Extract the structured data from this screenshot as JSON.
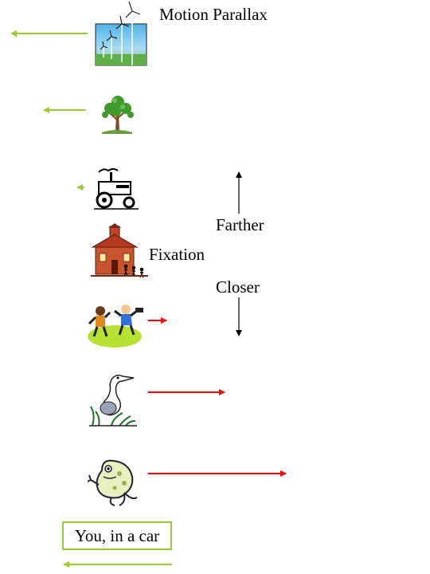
{
  "title": "Motion Parallax",
  "fixation_label": "Fixation",
  "farther_label": "Farther",
  "closer_label": "Closer",
  "viewer_label": "You, in a car",
  "colors": {
    "away_arrow": "#99cc33",
    "toward_arrow": "#ff0000",
    "depth_arrow": "#000000",
    "box_border": "#99cc33"
  },
  "objects": [
    {
      "name": "wind-turbines",
      "icon": "wind-turbines-icon",
      "arrow": "left",
      "color": "#99cc33"
    },
    {
      "name": "tree",
      "icon": "tree-icon",
      "arrow": "left",
      "color": "#99cc33"
    },
    {
      "name": "tractor",
      "icon": "tractor-icon",
      "arrow": "left",
      "color": "#99cc33"
    },
    {
      "name": "schoolhouse",
      "icon": "schoolhouse-icon",
      "arrow": "none"
    },
    {
      "name": "children",
      "icon": "children-icon",
      "arrow": "right",
      "color": "#ff0000"
    },
    {
      "name": "heron",
      "icon": "heron-icon",
      "arrow": "right",
      "color": "#ff0000"
    },
    {
      "name": "frog",
      "icon": "frog-icon",
      "arrow": "right",
      "color": "#ff0000"
    }
  ]
}
